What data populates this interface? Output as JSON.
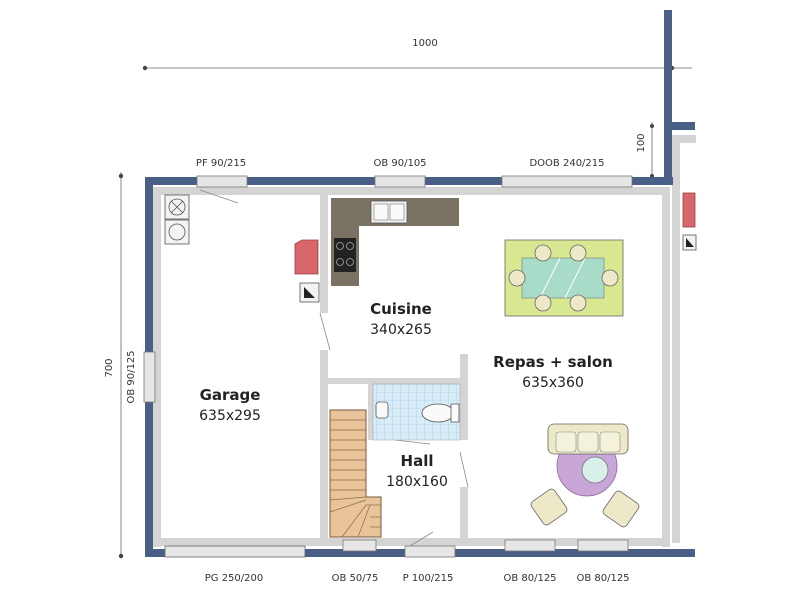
{
  "dimensions": {
    "overall_width": "1000",
    "overall_height": "700",
    "offset": "100"
  },
  "openings": {
    "top": [
      {
        "label": "PF 90/215"
      },
      {
        "label": "OB 90/105"
      },
      {
        "label": "DOOB 240/215"
      }
    ],
    "left": [
      {
        "label": "OB 90/125"
      }
    ],
    "bottom": [
      {
        "label": "PG 250/200"
      },
      {
        "label": "OB 50/75"
      },
      {
        "label": "P 100/215"
      },
      {
        "label": "OB 80/125"
      },
      {
        "label": "OB 80/125"
      }
    ]
  },
  "rooms": [
    {
      "name": "Garage",
      "size": "635x295"
    },
    {
      "name": "Cuisine",
      "size": "340x265"
    },
    {
      "name": "Repas + salon",
      "size": "635x360"
    },
    {
      "name": "Hall",
      "size": "180x160"
    }
  ],
  "colors": {
    "exterior_wall": "#4a5f86",
    "interior_wall": "#d4d4d4",
    "window": "#e6e6e6",
    "countertop": "#7a7363",
    "table": "#d8e890",
    "table_top": "#a8dcc8",
    "chair": "#ece8c8",
    "rug": "#c9a6d8",
    "stair": "#e9c49a",
    "bathroom_tile": "#d8ecf8",
    "fridge": "#d9666a"
  }
}
